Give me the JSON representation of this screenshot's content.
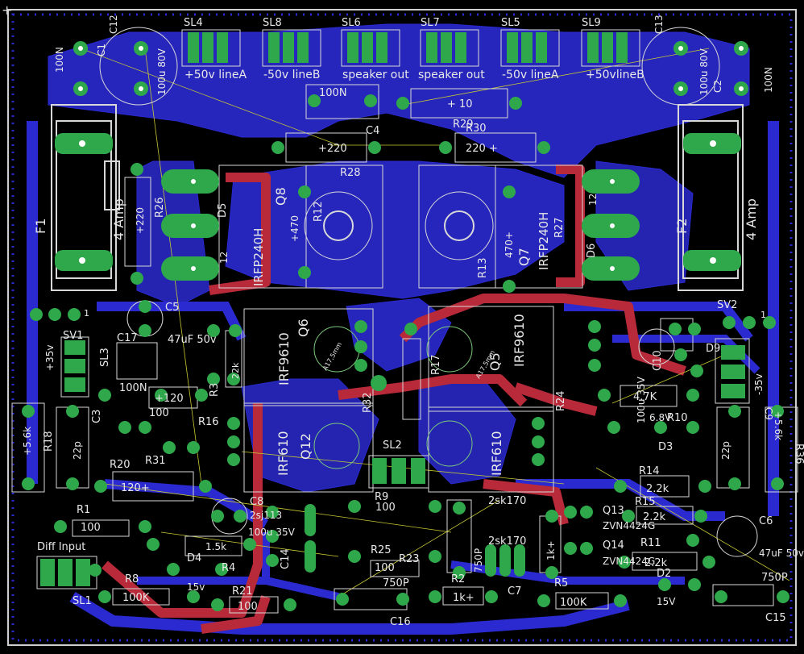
{
  "view": "pcb-layout",
  "colors": {
    "background": "#000000",
    "bottom_copper": "#2a2ad0",
    "top_copper": "#b82a3a",
    "pads": "#2ea84a",
    "silkscreen": "#d8d8d8",
    "ratsnest": "#c8c832",
    "vias": "#3a3aa8"
  },
  "labels": {
    "c12": "C12",
    "c1": "C1",
    "cap_100n_l": "100N",
    "cap_100u_l": "100u 80V",
    "sl4": "SL4",
    "sl8": "SL8",
    "sl6": "SL6",
    "sl7": "SL7",
    "sl5": "SL5",
    "sl9": "SL9",
    "sl4_txt": "+50v lineA",
    "sl8_txt": "-50v lineB",
    "sl6_txt": "speaker out",
    "sl7_txt": "speaker out",
    "sl5_txt": "-50v lineA",
    "sl9_txt": "+50vlineB",
    "c13": "C13",
    "c2": "C2",
    "cap_100u_r": "100u 80V",
    "cap_100n_r": "100N",
    "c4_val": "100N",
    "c4": "C4",
    "r_10": "+ 10",
    "r29": "R29",
    "r30": "R30",
    "r_220a": "+220",
    "r_220b": "220 +",
    "r28": "R28",
    "f1": "F1",
    "f1_val": "4 Amp",
    "f2": "F2",
    "f2_val": "4 Amp",
    "r26": "R26",
    "r26_val": "+220",
    "d5": "D5",
    "q8": "Q8",
    "q8_part": "IRFP240H",
    "r12": "R12",
    "r12_val": "+470",
    "r13": "R13",
    "r13_val": "470+",
    "q7": "Q7",
    "q7_part": "IRFP240H",
    "r27": "R27",
    "d6": "D6",
    "n12a": "12",
    "n12b": "12",
    "c5": "C5",
    "c5_val": "47uF 50v",
    "c17": "C17",
    "sv1": "SV1",
    "sl3": "SL3",
    "p35": "+35v",
    "q6": "Q6",
    "q6_part": "IRF9610",
    "q5": "Q5",
    "q5_part": "IRF9610",
    "hs_a": "A17,5mm",
    "r17": "R17",
    "r24": "R24",
    "r32": "R32",
    "sv2": "SV2",
    "sv2_1": "1",
    "d9": "D9",
    "m35": "-35v",
    "r3": "R3",
    "r3_val": "22k",
    "c3_val": "100N",
    "r_120a": "+120",
    "c3": "C3",
    "r16": "R16",
    "r16_val": "100",
    "r18": "R18",
    "r18_val": "+5.6k",
    "c_22p_l": "22p",
    "q12": "Q12",
    "q12_part": "IRF610",
    "q11_part": "IRF610",
    "sl2": "SL2",
    "c10": "C10",
    "c10_val": "100u 35V",
    "r10": "R10",
    "r10_val": "4.7K",
    "d3": "D3",
    "d3_val": "6.8V",
    "r36": "R36",
    "r36_val": "+5.6k",
    "c9": "C9",
    "c_22p_r": "22p",
    "r20": "R20",
    "r31": "R31",
    "r_120b": "120+",
    "r14": "R14",
    "r14_val": "2.2k",
    "r1": "R1",
    "r1_val": "100",
    "c8": "C8",
    "c8_val": "100u 35V",
    "j2sj": "2sj113",
    "r9": "R9",
    "r9_val": "100",
    "sk170a": "2sk170",
    "sk170b": "2sk170",
    "q13": "Q13",
    "q13_part": "ZVN4424G",
    "q14": "Q14",
    "q14_part": "ZVN4424G",
    "r15": "R15",
    "r15_val": "2.2k",
    "r11": "R11",
    "r11_val": "2.2k",
    "c6": "C6",
    "c6_val": "47uF 50v",
    "diff_input": "Diff Input",
    "sl1": "SL1",
    "d4": "D4",
    "d4_val": "15v",
    "r4": "R4",
    "r4_val": "1.5k",
    "c14": "C14",
    "r25": "R25",
    "r23": "R23",
    "r_100c": "100",
    "c_750p": "750P",
    "r8": "R8",
    "r8_val": "100K",
    "r21": "R21",
    "r21_val": "100",
    "c16": "C16",
    "r2": "R2",
    "r2_val": "1k+",
    "c7": "C7",
    "c7_val": "750P",
    "r5": "R5",
    "r5_val": "100K",
    "r7_val": "1k+",
    "d2": "D2",
    "d2_val": "15V",
    "c15": "C15",
    "c15_val": "750P",
    "pin1": "1"
  }
}
